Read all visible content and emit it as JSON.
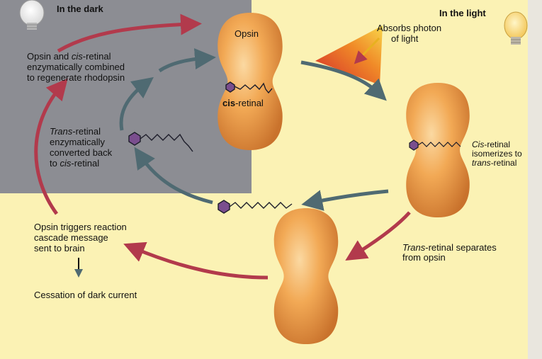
{
  "regions": {
    "dark_title": "In the dark",
    "light_title": "In the light"
  },
  "labels": {
    "opsin": "Opsin",
    "cis_bold": "cis",
    "cis_rest": "-retinal",
    "absorbs_1": "Absorbs photon",
    "absorbs_2": "of light",
    "isomerizes_1_i": "Cis",
    "isomerizes_1_r": "-retinal",
    "isomerizes_2": "isomerizes to",
    "isomerizes_3_i": "trans",
    "isomerizes_3_r": "-retinal",
    "separates_1_i": "Trans",
    "separates_1_r": "-retinal separates",
    "separates_2": "from opsin",
    "triggers_1": "Opsin triggers reaction",
    "triggers_2": "cascade message",
    "triggers_3": "sent to brain",
    "cessation": "Cessation of dark current",
    "combined_1a": "Opsin and ",
    "combined_1i": "cis",
    "combined_1r": "-retinal",
    "combined_2": "enzymatically combined",
    "combined_3": "to regenerate rhodopsin",
    "converted_1i": "Trans",
    "converted_1r": "-retinal",
    "converted_2": "enzymatically",
    "converted_3": "converted back",
    "converted_4a": "to ",
    "converted_4i": "cis",
    "converted_4r": "-retinal"
  },
  "colors": {
    "dark_bg": "#8c8d93",
    "light_bg": "#fbf2b4",
    "protein": "#f0a04c",
    "arrow_red": "#b23a4c",
    "arrow_slate": "#4f6a72",
    "ring": "#7a4e8e"
  },
  "icons": [
    "lightbulb-icon-dark",
    "lightbulb-icon-light",
    "photon-beam-icon"
  ]
}
